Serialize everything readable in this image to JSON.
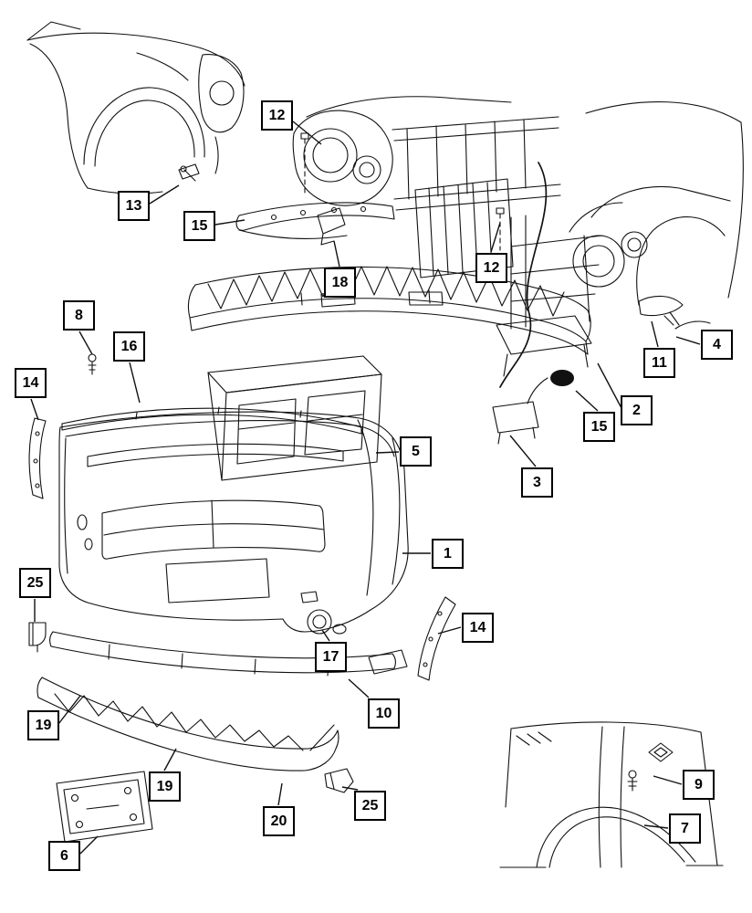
{
  "page": {
    "type": "exploded-parts-diagram",
    "subject": "front bumper and fascia assembly",
    "background": "#ffffff",
    "line_color": "#111111"
  },
  "callouts": [
    {
      "label": "12"
    },
    {
      "label": "13"
    },
    {
      "label": "15"
    },
    {
      "label": "18"
    },
    {
      "label": "12"
    },
    {
      "label": "8"
    },
    {
      "label": "16"
    },
    {
      "label": "14"
    },
    {
      "label": "4"
    },
    {
      "label": "11"
    },
    {
      "label": "2"
    },
    {
      "label": "15"
    },
    {
      "label": "5"
    },
    {
      "label": "3"
    },
    {
      "label": "1"
    },
    {
      "label": "25"
    },
    {
      "label": "14"
    },
    {
      "label": "17"
    },
    {
      "label": "10"
    },
    {
      "label": "19"
    },
    {
      "label": "19"
    },
    {
      "label": "25"
    },
    {
      "label": "9"
    },
    {
      "label": "20"
    },
    {
      "label": "7"
    },
    {
      "label": "6"
    }
  ]
}
